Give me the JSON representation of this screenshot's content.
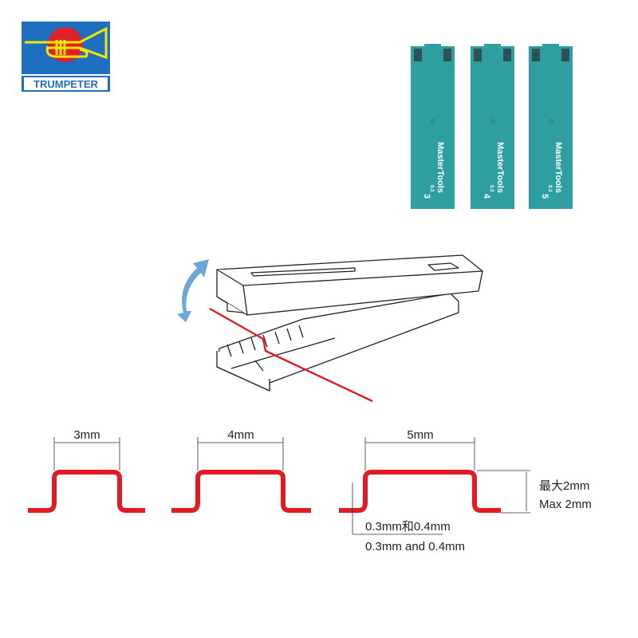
{
  "logo": {
    "brand": "TRUMPETER"
  },
  "colors": {
    "logo_blue": "#1f6fc1",
    "logo_red": "#e0202a",
    "logo_yellow": "#f5e600",
    "strip_teal": "#2e9ea0",
    "wire_red": "#e01b24",
    "arrow_blue": "#6aa8dc"
  },
  "strips": [
    {
      "brand": "MasterTools",
      "thickness": "0.3",
      "size": "3"
    },
    {
      "brand": "MasterTools",
      "thickness": "0.3",
      "size": "4"
    },
    {
      "brand": "MasterTools",
      "thickness": "0.3",
      "size": "5"
    }
  ],
  "bends": [
    {
      "width_label": "3mm"
    },
    {
      "width_label": "4mm"
    },
    {
      "width_label": "5mm"
    }
  ],
  "annotations": {
    "max_height_cn": "最大2mm",
    "max_height_en": "Max 2mm",
    "thickness_cn": "0.3mm和0.4mm",
    "thickness_en": "0.3mm and 0.4mm"
  }
}
